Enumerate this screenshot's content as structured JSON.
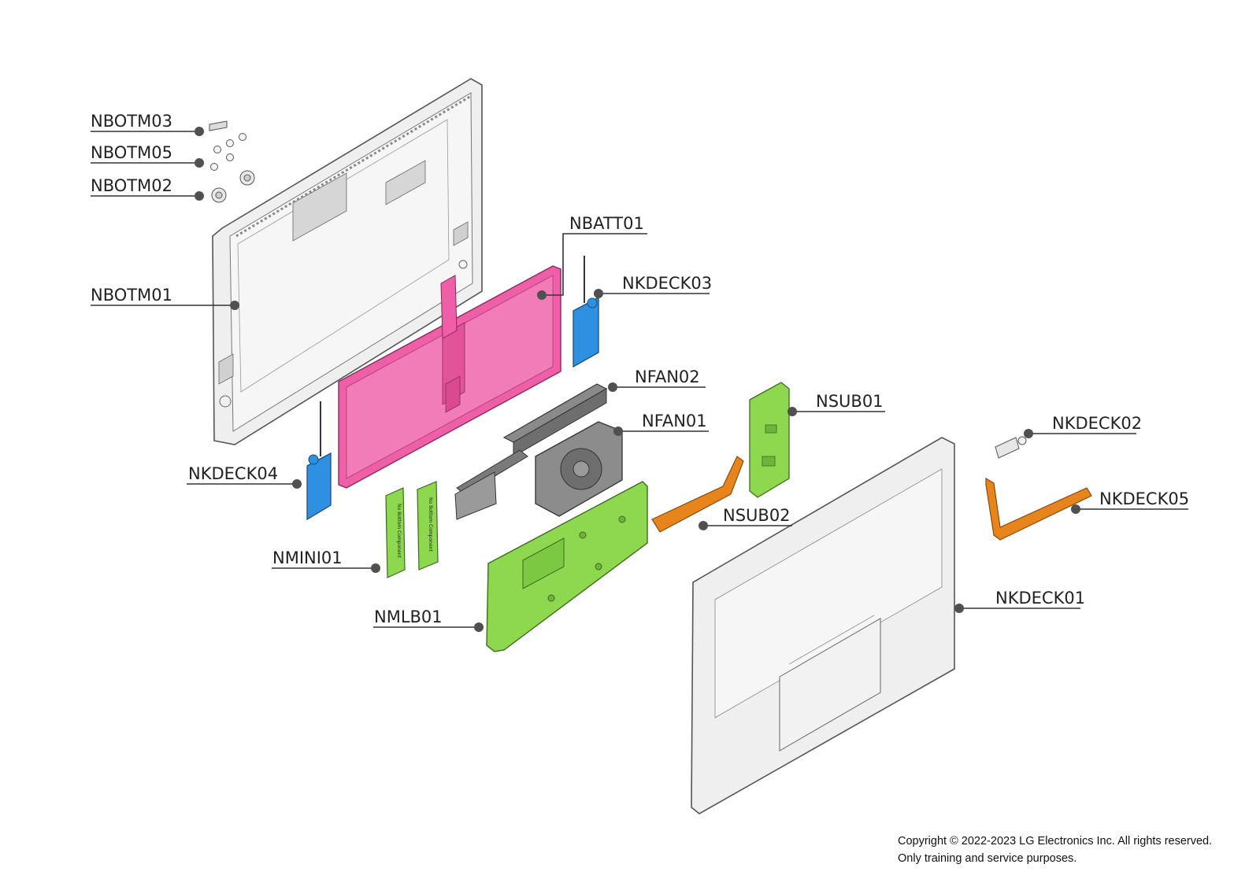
{
  "diagram": {
    "parts": {
      "nbotm03": "NBOTM03",
      "nbotm05": "NBOTM05",
      "nbotm02": "NBOTM02",
      "nbotm01": "NBOTM01",
      "nbatt01": "NBATT01",
      "nkdeck03": "NKDECK03",
      "nfan02": "NFAN02",
      "nfan01": "NFAN01",
      "nsub01": "NSUB01",
      "nkdeck02": "NKDECK02",
      "nkdeck04": "NKDECK04",
      "nkdeck05": "NKDECK05",
      "nsub02": "NSUB02",
      "nmini01": "NMINI01",
      "nkdeck01": "NKDECK01",
      "nmlb01": "NMLB01"
    },
    "mini_card_text": "No Bottom Component",
    "colors": {
      "battery": "#ee5fa7",
      "speaker": "#2f8fe0",
      "board": "#8ed850",
      "flex_cable": "#e8841c",
      "fan": "#6e6e6e",
      "housing": "#efefef",
      "outline": "#555555"
    }
  },
  "footer": {
    "copyright_line1": "Copyright © 2022-2023 LG Electronics Inc. All rights reserved.",
    "copyright_line2": "Only training and service purposes."
  }
}
